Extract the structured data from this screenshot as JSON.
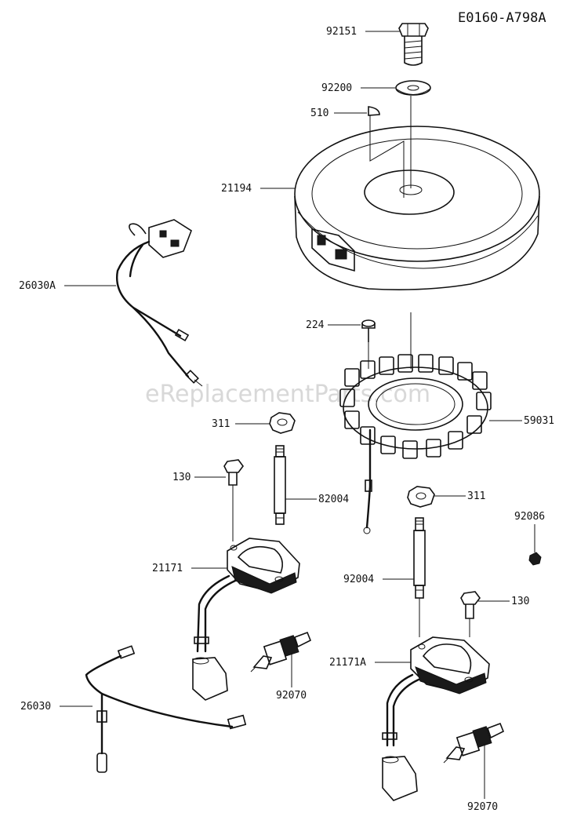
{
  "diagram": {
    "id_code": "E0160-A798A",
    "watermark": "eReplacementParts.com",
    "callouts": [
      {
        "key": "c92151",
        "text": "92151"
      },
      {
        "key": "c92200",
        "text": "92200"
      },
      {
        "key": "c510",
        "text": "510"
      },
      {
        "key": "c21194",
        "text": "21194"
      },
      {
        "key": "c26030A",
        "text": "26030A"
      },
      {
        "key": "c224",
        "text": "224"
      },
      {
        "key": "c59031",
        "text": "59031"
      },
      {
        "key": "c311a",
        "text": "311"
      },
      {
        "key": "c130a",
        "text": "130"
      },
      {
        "key": "c82004",
        "text": "82004"
      },
      {
        "key": "c311b",
        "text": "311"
      },
      {
        "key": "c92086",
        "text": "92086"
      },
      {
        "key": "c21171",
        "text": "21171"
      },
      {
        "key": "c92004",
        "text": "92004"
      },
      {
        "key": "c130b",
        "text": "130"
      },
      {
        "key": "c21171A",
        "text": "21171A"
      },
      {
        "key": "c26030",
        "text": "26030"
      },
      {
        "key": "c92070a",
        "text": "92070"
      },
      {
        "key": "c92070b",
        "text": "92070"
      }
    ]
  }
}
